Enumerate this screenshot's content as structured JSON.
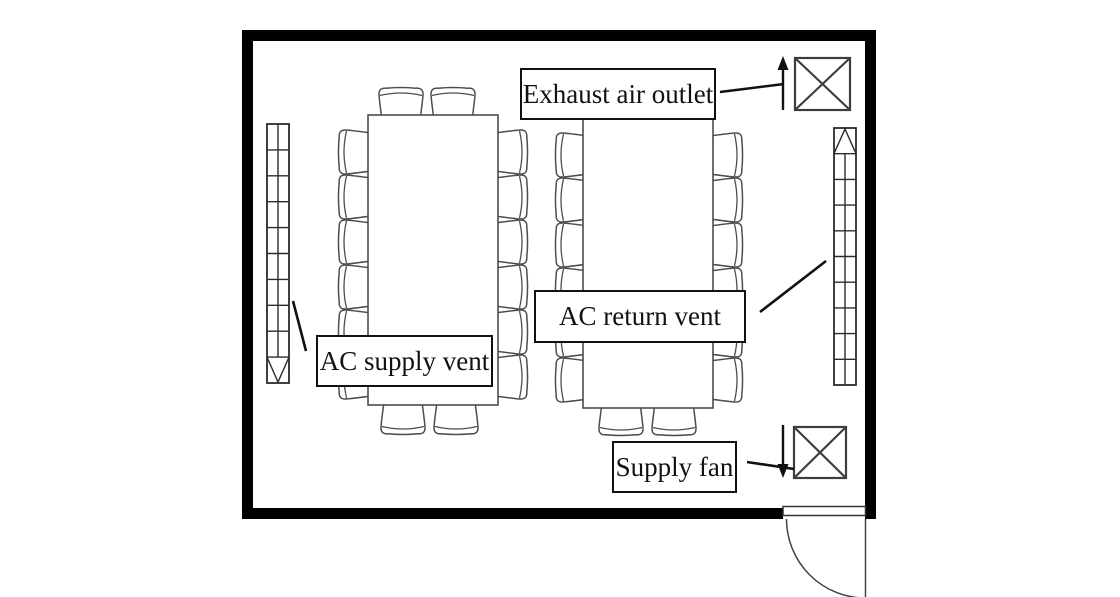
{
  "floor_plan": {
    "labels": {
      "exhaust_air_outlet": "Exhaust air outlet",
      "ac_return_vent": "AC return vent",
      "ac_supply_vent": "AC supply vent",
      "supply_fan": "Supply fan"
    },
    "elements": {
      "tables": 2,
      "chairs_per_table": 16,
      "ac_supply_vent": "slot diffuser on left side, airflow arrow pointing down",
      "ac_return_vent": "slot grille on right side, airflow arrow pointing up",
      "exhaust_air_outlet": "crossed square at top right wall with upward arrow",
      "supply_fan": "crossed square at bottom right wall with downward arrow",
      "door": "bottom-right wall opening with quarter-circle swing arc"
    },
    "colors": {
      "wall": "#000000",
      "furniture_line": "#4d4d4d",
      "vent_line": "#2b2b2b",
      "annotation_line": "#111111",
      "label_border": "#111111",
      "text": "#111111",
      "background": "#ffffff"
    }
  }
}
